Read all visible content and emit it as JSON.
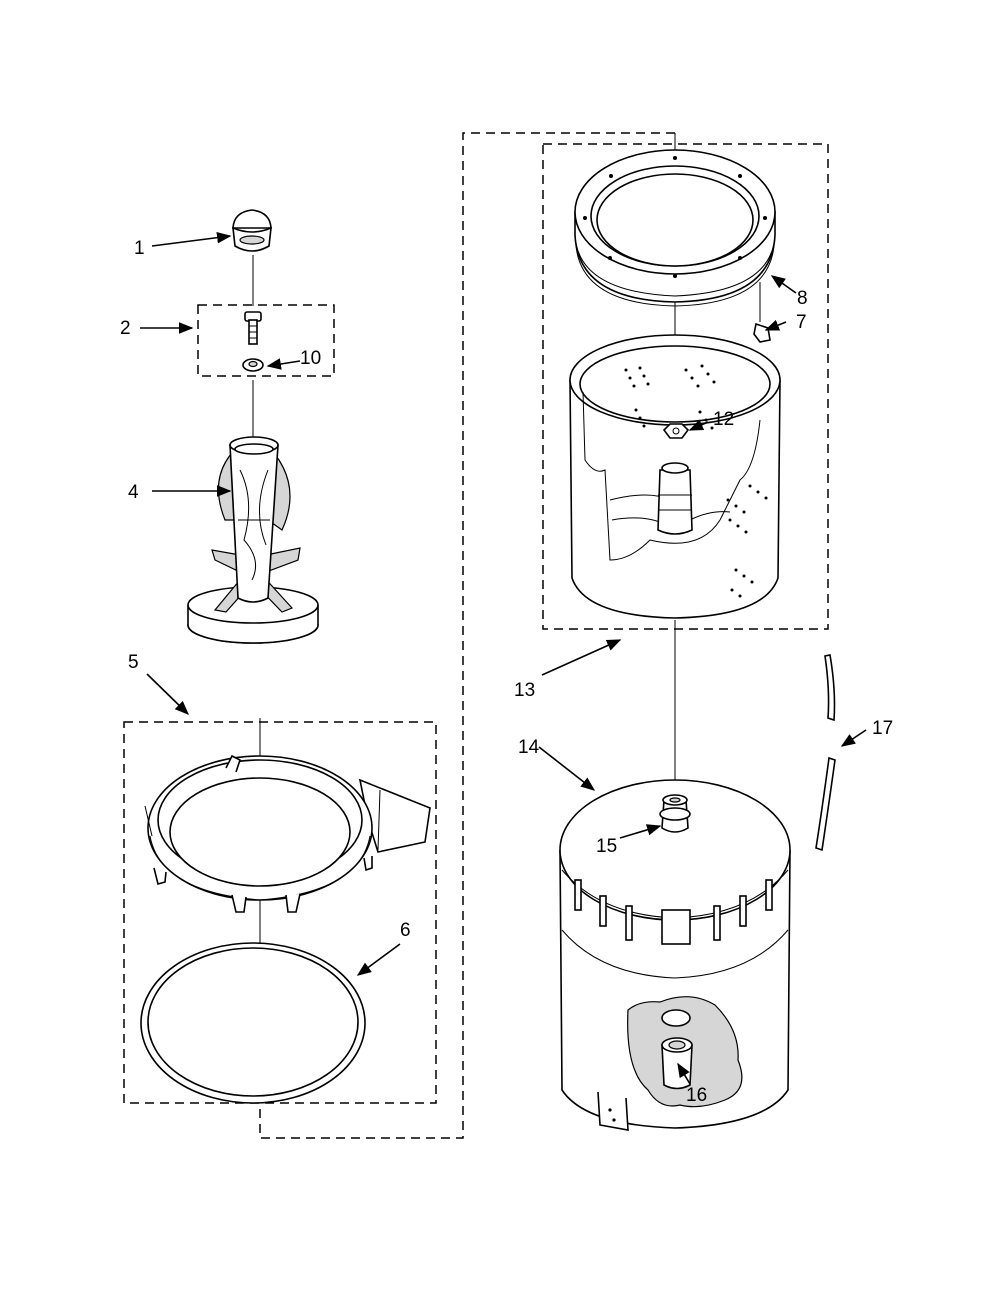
{
  "diagram": {
    "callouts": [
      {
        "id": "1",
        "label": "1"
      },
      {
        "id": "2",
        "label": "2"
      },
      {
        "id": "4",
        "label": "4"
      },
      {
        "id": "5",
        "label": "5"
      },
      {
        "id": "6",
        "label": "6"
      },
      {
        "id": "7",
        "label": "7"
      },
      {
        "id": "8",
        "label": "8"
      },
      {
        "id": "10",
        "label": "10"
      },
      {
        "id": "12",
        "label": "12"
      },
      {
        "id": "13",
        "label": "13"
      },
      {
        "id": "14",
        "label": "14"
      },
      {
        "id": "15",
        "label": "15"
      },
      {
        "id": "16",
        "label": "16"
      },
      {
        "id": "17",
        "label": "17"
      }
    ]
  }
}
